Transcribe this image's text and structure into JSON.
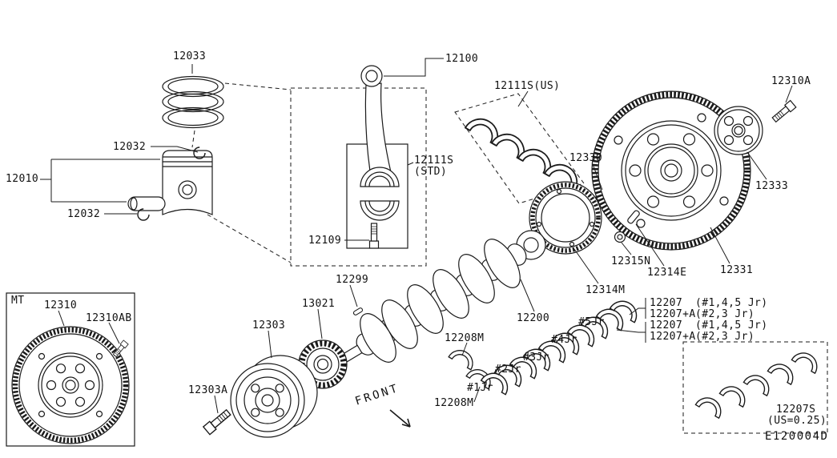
{
  "page": {
    "bg": "#ffffff",
    "ink": "#1a1a1a"
  },
  "diagram": {
    "drawing_code": "E120004D",
    "front_label": "FRONT",
    "labels": {
      "part_12033": "12033",
      "part_12032_upper": "12032",
      "part_12010": "12010",
      "part_12032_lower": "12032",
      "part_12100": "12100",
      "part_12111s_us": "12111S(US)",
      "part_12111s_std": "12111S",
      "part_12111s_std_note": "(STD)",
      "part_12109": "12109",
      "part_12330": "12330",
      "part_12310a": "12310A",
      "part_12333": "12333",
      "part_12331": "12331",
      "part_12315n": "12315N",
      "part_12314e": "12314E",
      "part_12314m": "12314M",
      "part_12200": "12200",
      "part_12299": "12299",
      "part_13021": "13021",
      "part_12303": "12303",
      "part_12303a": "12303A",
      "mt_variant": "MT",
      "part_12310": "12310",
      "part_12310ab": "12310AB",
      "part_12208m_upper": "12208M",
      "part_12208m_lower": "12208M",
      "part_12207s": "12207S",
      "part_12207s_note": "(US=0.25)"
    },
    "journal_labels": [
      "#1Jr",
      "#2Jr",
      "#3Jr",
      "#4Jr",
      "#5Jr"
    ],
    "bearing_table": {
      "rows": [
        {
          "part": "12207",
          "note": "(#1,4,5 Jr)"
        },
        {
          "part": "12207+A",
          "note": "(#2,3 Jr)"
        },
        {
          "part": "12207",
          "note": "(#1,4,5 Jr)"
        },
        {
          "part": "12207+A",
          "note": "(#2,3 Jr)"
        }
      ]
    }
  }
}
